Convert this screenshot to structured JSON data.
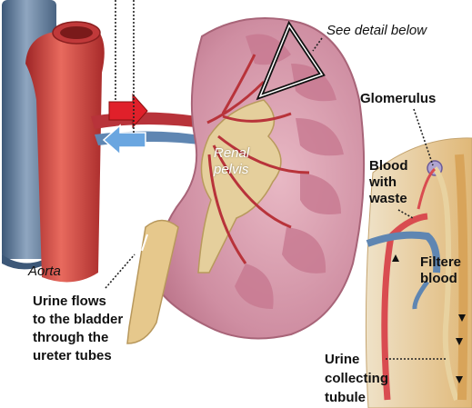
{
  "labels": {
    "see_detail": "See detail below",
    "glomerulus": "Glomerulus",
    "blood_waste_1": "Blood",
    "blood_waste_2": "with",
    "blood_waste_3": "waste",
    "renal_pelvis_1": "Renal",
    "renal_pelvis_2": "pelvis",
    "filtered_1": "Filtere",
    "filtered_2": "blood",
    "aorta": "Aorta",
    "urine_flows_1": "Urine flows",
    "urine_flows_2": "to the bladder",
    "urine_flows_3": "through the",
    "urine_flows_4": "ureter tubes",
    "collecting_1": "Urine",
    "collecting_2": "collecting",
    "collecting_3": "tubule"
  },
  "colors": {
    "aorta": "#c8393a",
    "vena_cava": "#5a7694",
    "kidney_tissue": "#d9a0b0",
    "arrow_in": "#e0202a",
    "arrow_out": "#6aa6e0",
    "ureter": "#e6c88c"
  }
}
